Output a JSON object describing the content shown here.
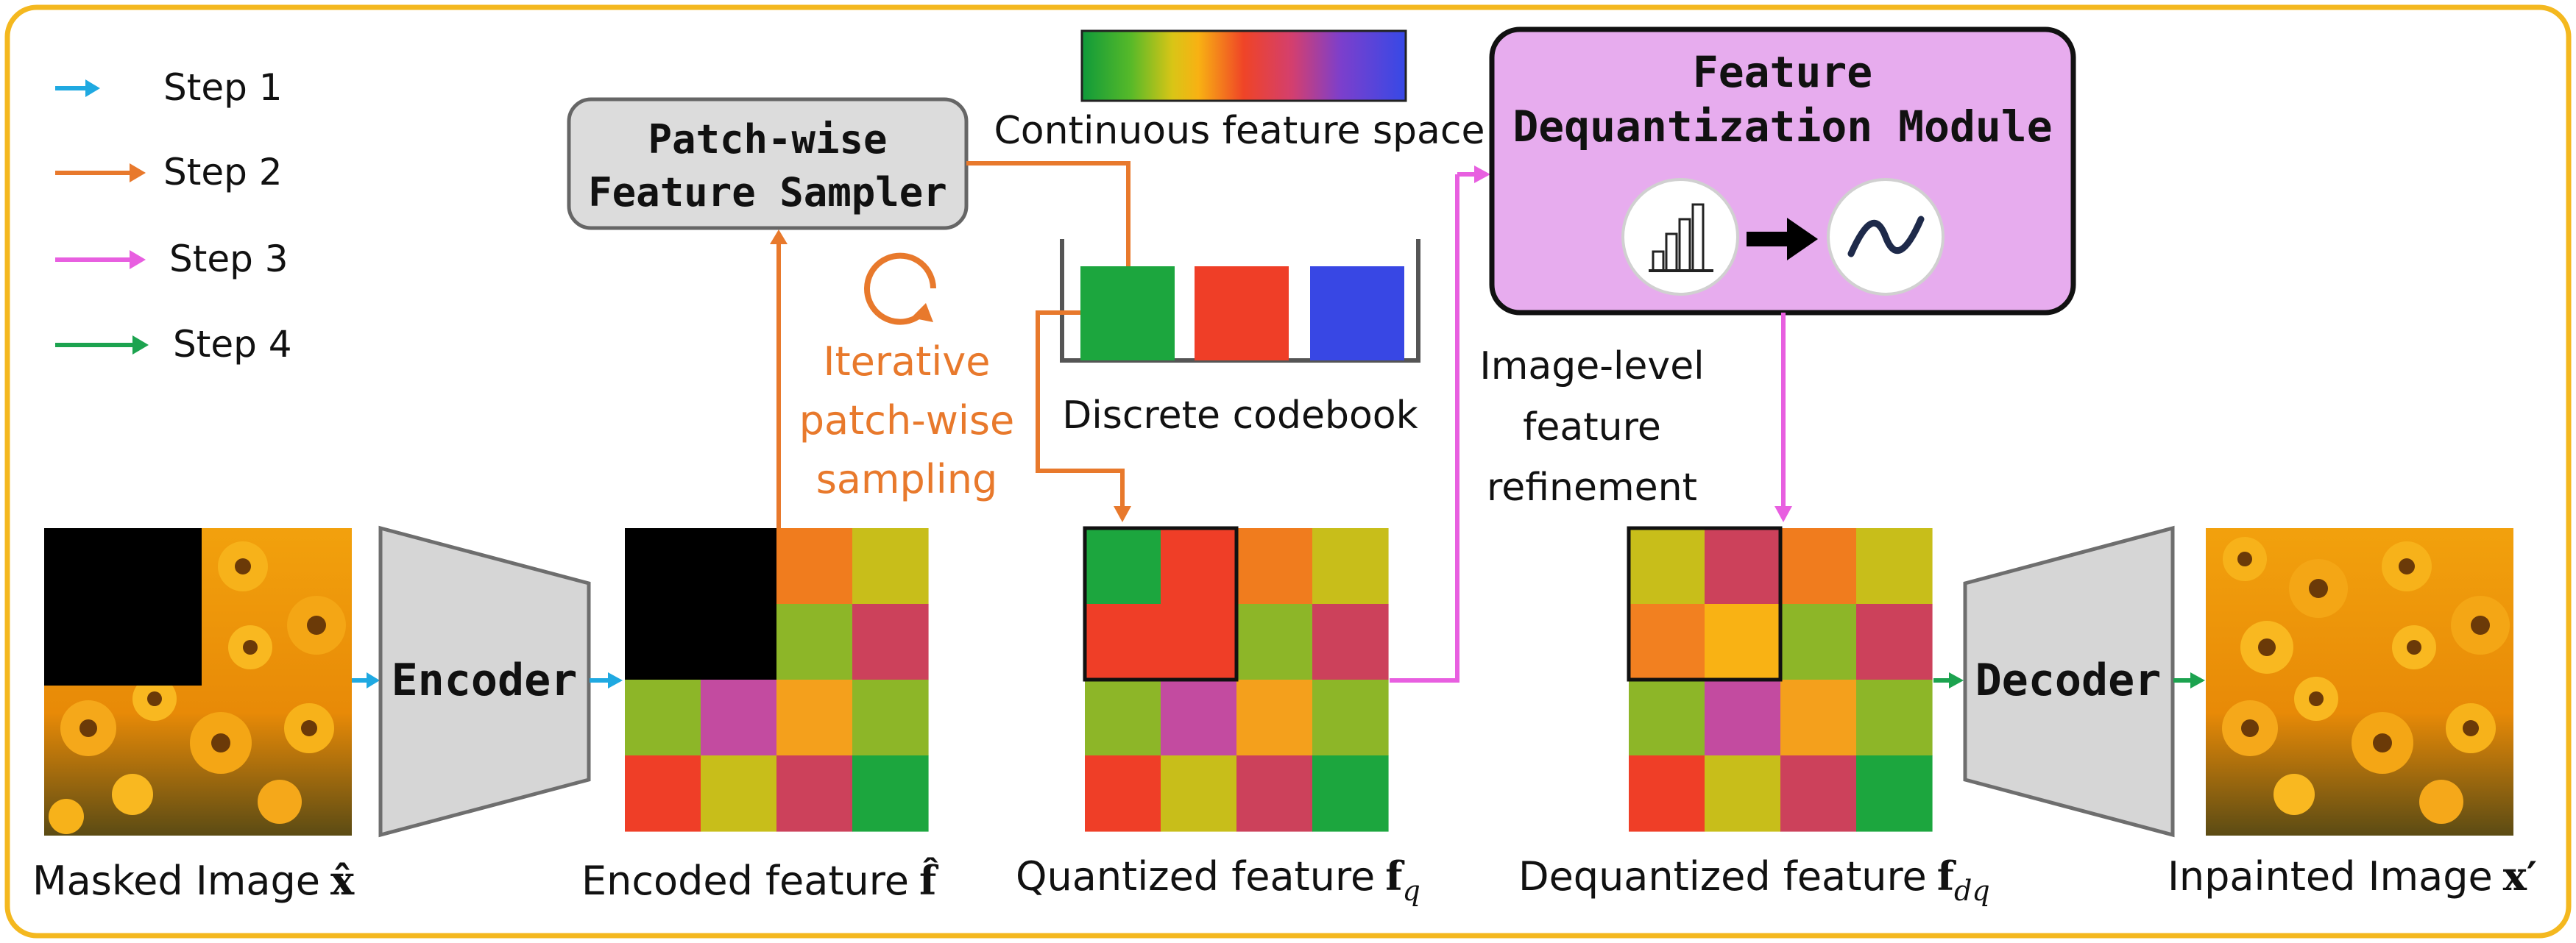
{
  "legend": [
    {
      "label": "Step 1",
      "color": "#1fa9e1"
    },
    {
      "label": "Step 2",
      "color": "#e8792c"
    },
    {
      "label": "Step 3",
      "color": "#e85fe0"
    },
    {
      "label": "Step 4",
      "color": "#1ca34f"
    }
  ],
  "colors": {
    "frame": "#f4b81f",
    "orange": "#f07c1e",
    "olive": "#c8be1a",
    "olive_green": "#8db628",
    "magenta": "#c34ba0",
    "amber": "#f4a01c",
    "red": "#ef3e27",
    "rose": "#cc415b",
    "green": "#1ca63e",
    "deq_orange": "#f28020",
    "deq_amber": "#f9b214",
    "codebook_blue": "#3847e4",
    "module_fill": "#e7acee",
    "sampler_fill": "#dcdcdc",
    "encoder_fill": "#d6d6d6"
  },
  "sampler": {
    "line1": "Patch-wise",
    "line2": "Feature Sampler"
  },
  "iterative_label": {
    "line1": "Iterative",
    "line2": "patch-wise",
    "line3": "sampling"
  },
  "feature_space_label": "Continuous feature space",
  "codebook_label": "Discrete codebook",
  "module": {
    "line1": "Feature",
    "line2": "Dequantization Module"
  },
  "module_icons": [
    "bar-chart-icon",
    "curve-icon"
  ],
  "refinement_label": {
    "line1": "Image-level",
    "line2": "feature",
    "line3": "refinement"
  },
  "encoder_label": "Encoder",
  "decoder_label": "Decoder",
  "captions": {
    "masked": "Masked Image",
    "masked_sym": "x̂",
    "encoded": "Encoded feature",
    "encoded_sym": "f̂",
    "quantized": "Quantized feature",
    "quantized_sym": "f",
    "quantized_sub": "q",
    "dequantized": "Dequantized feature",
    "dequantized_sym": "f",
    "dequantized_sub": "dq",
    "inpainted": "Inpainted Image",
    "inpainted_sym": "x′"
  },
  "grids": {
    "encoded": [
      [
        "black",
        "black",
        "orange",
        "olive"
      ],
      [
        "black",
        "black",
        "olive_green",
        "rose"
      ],
      [
        "olive_green",
        "magenta",
        "amber",
        "olive_green"
      ],
      [
        "red",
        "olive",
        "rose",
        "green"
      ]
    ],
    "quantized": [
      [
        "green",
        "red",
        "orange",
        "olive"
      ],
      [
        "red",
        "red",
        "olive_green",
        "rose"
      ],
      [
        "olive_green",
        "magenta",
        "amber",
        "olive_green"
      ],
      [
        "red",
        "olive",
        "rose",
        "green"
      ]
    ],
    "dequantized": [
      [
        "olive",
        "rose",
        "orange",
        "olive"
      ],
      [
        "deq_orange",
        "deq_amber",
        "olive_green",
        "rose"
      ],
      [
        "olive_green",
        "magenta",
        "amber",
        "olive_green"
      ],
      [
        "red",
        "olive",
        "rose",
        "green"
      ]
    ]
  }
}
